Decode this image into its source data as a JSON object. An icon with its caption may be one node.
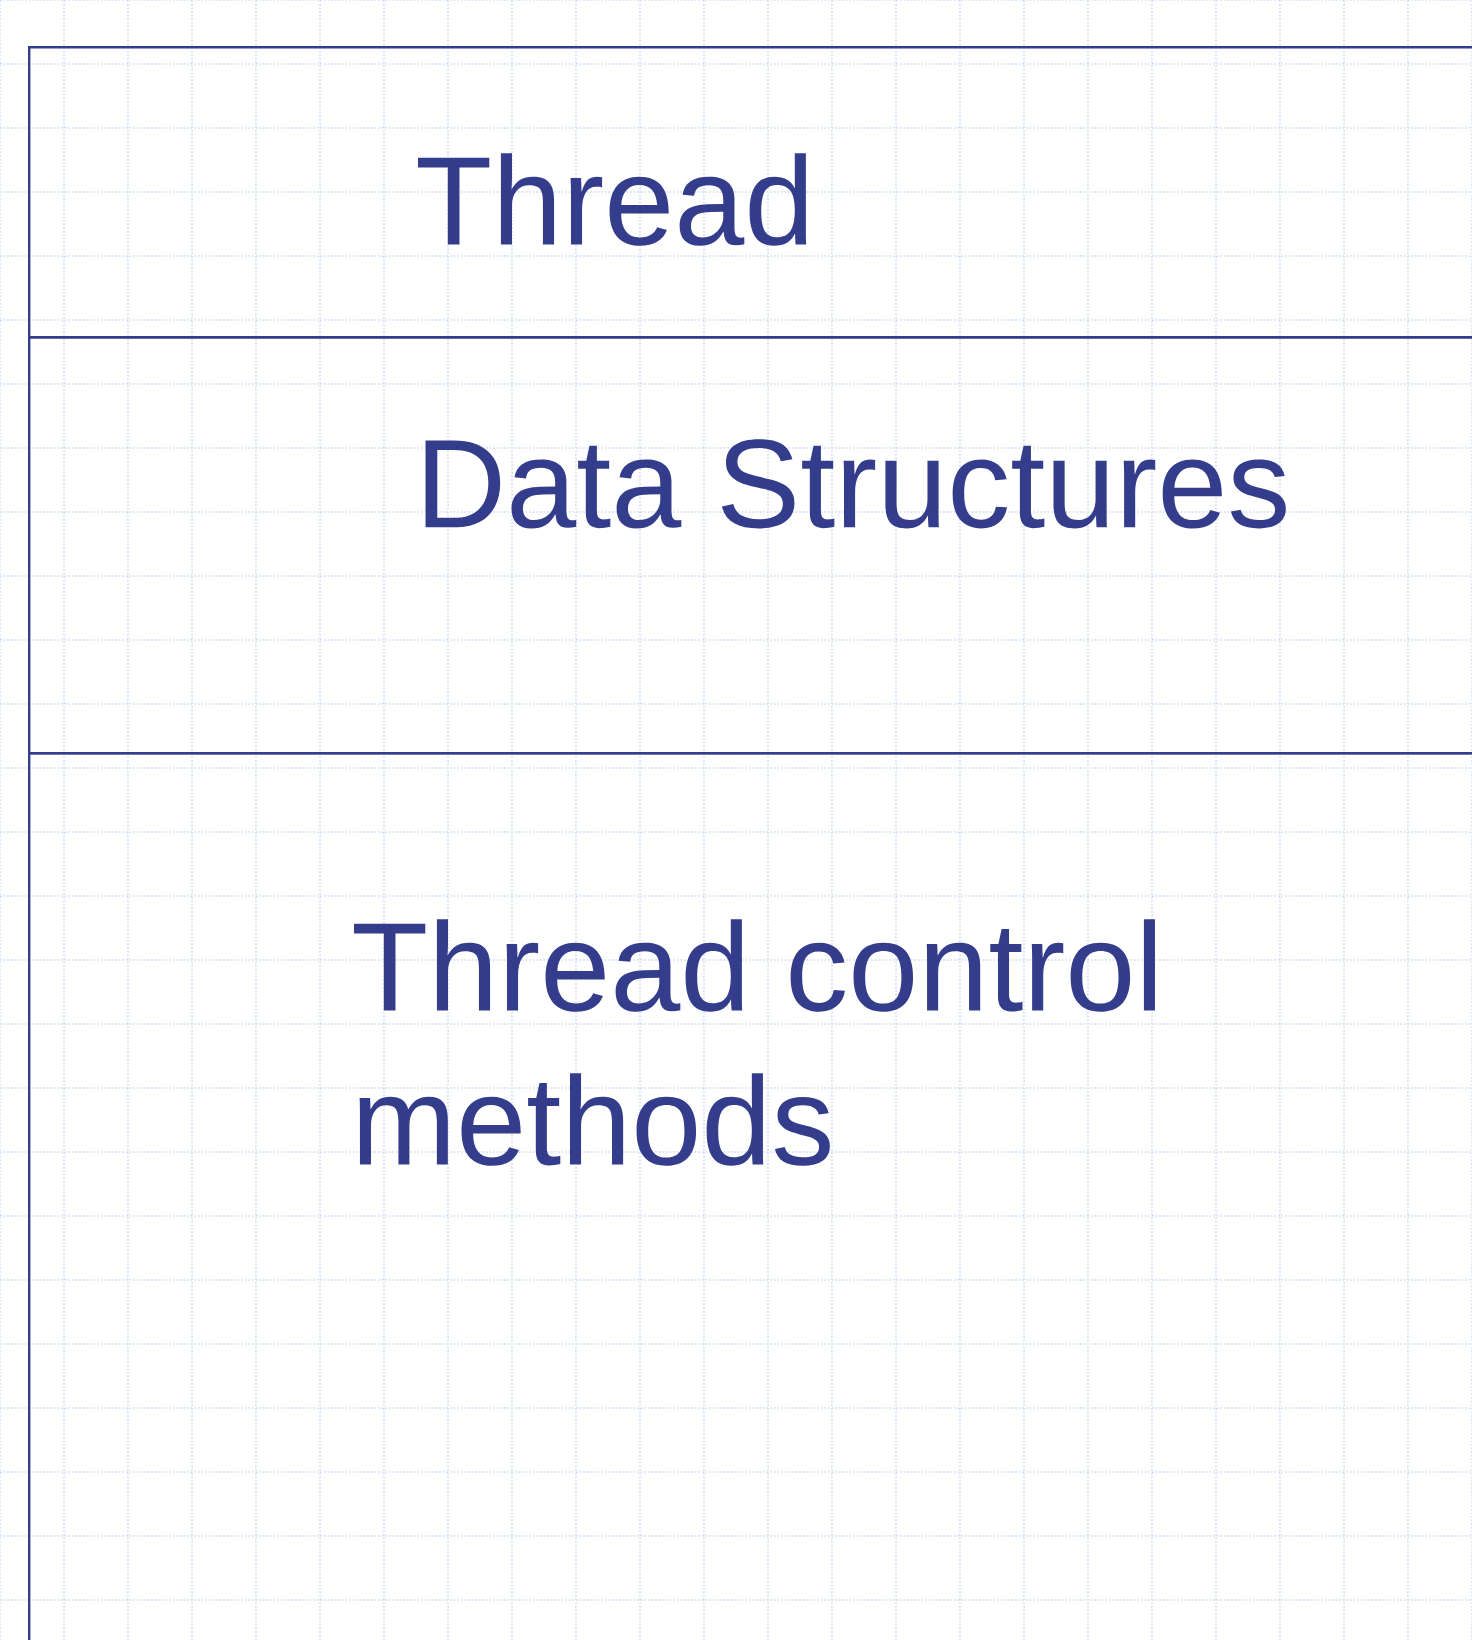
{
  "diagram": {
    "nodes": [
      {
        "text": [
          "Thread"
        ]
      },
      {
        "text": [
          "Data Structures"
        ]
      },
      {
        "text": [
          "Thread control methods"
        ]
      }
    ]
  }
}
